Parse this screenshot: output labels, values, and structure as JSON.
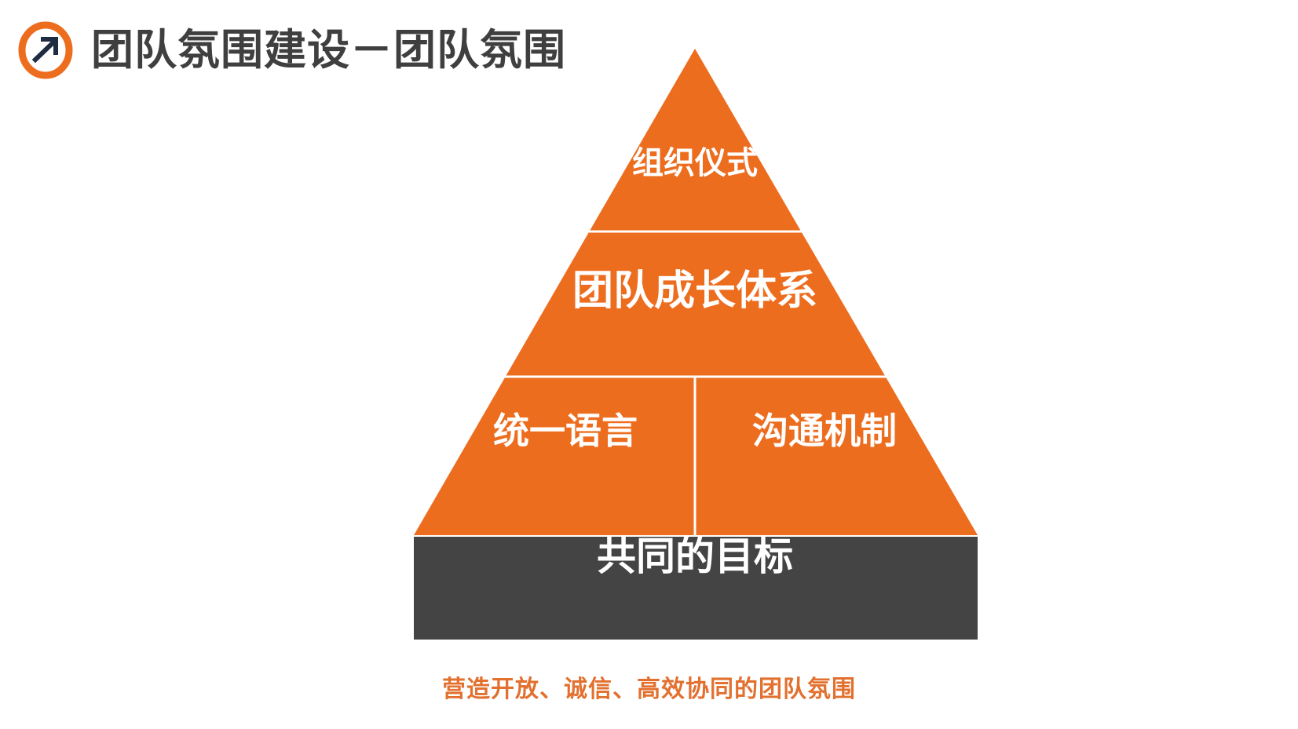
{
  "header": {
    "title": "团队氛围建设－团队氛围",
    "logo_icon": "arrow-up-right-circle-icon",
    "title_color": "#3f3f3f",
    "ring_color": "#ED6D1F",
    "arrow_color": "#1f2b40"
  },
  "diagram": {
    "type": "pyramid",
    "accent_color": "#ED6D1F",
    "base_color": "#444444",
    "divider_color": "#ffffff",
    "label_color": "#ffffff",
    "tiers": [
      {
        "level": 1,
        "label": "组织仪式",
        "cells": [
          "组织仪式"
        ],
        "color": "#ED6D1F"
      },
      {
        "level": 2,
        "label": "团队成长体系",
        "cells": [
          "团队成长体系"
        ],
        "color": "#ED6D1F"
      },
      {
        "level": 3,
        "label": "统一语言 / 沟通机制",
        "cells": [
          "统一语言",
          "沟通机制"
        ],
        "color": "#ED6D1F"
      },
      {
        "level": 4,
        "label": "共同的目标",
        "cells": [
          "共同的目标"
        ],
        "color": "#444444"
      }
    ]
  },
  "caption": {
    "text": "营造开放、诚信、高效协同的团队氛围",
    "color": "#e2702f"
  }
}
